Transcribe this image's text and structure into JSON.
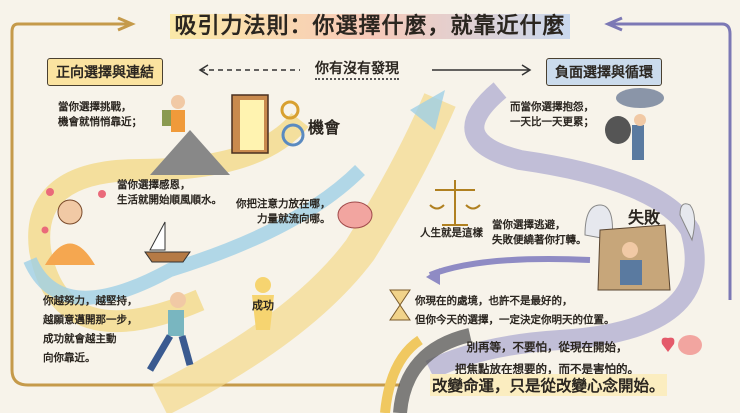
{
  "title": "吸引力法則：你選擇什麼，就靠近什麼",
  "positive_label": "正向選擇與連結",
  "negative_label": "負面選擇與循環",
  "center_label": "你有沒有發現",
  "texts": {
    "challenge": "當你選擇挑戰，\n機會就悄悄靠近；",
    "opportunity": "機會",
    "complain": "而當你選擇抱怨，\n一天比一天更累；",
    "gratitude": "當你選擇感恩，\n生活就開始順風順水。",
    "attention": "你把注意力放在哪，\n力量就流向哪。",
    "life": "人生就是這樣",
    "escape": "當你選擇逃避，\n失敗便繞著你打轉。",
    "failure": "失敗",
    "effort": "你越努力，越堅持，\n越願意邁開那一步，\n成功就會越主動\n向你靠近。",
    "success": "成功",
    "situation": "你現在的處境，也許不是最好的，\n但你今天的選擇，一定決定你明天的位置。",
    "dont_wait": "別再等，不要怕，從現在開始，\n把焦點放在想要的，而不是害怕的。",
    "final": "改變命運，只是從改變心念開始。"
  },
  "colors": {
    "background": "#f7f3ea",
    "positive": "#fbe3a0",
    "negative": "#cbdbec",
    "road_positive": "#f3d98a",
    "road_negative": "#a9a6cf",
    "river": "#9fd0e6"
  },
  "icons": [
    "hiker",
    "door",
    "gears",
    "woman-praying",
    "hearts",
    "sailboat",
    "brain",
    "scale",
    "man-with-sack",
    "rain-cloud",
    "ghost",
    "person-in-box",
    "hourglass",
    "running-man",
    "glowing-figure",
    "heart-brain"
  ]
}
